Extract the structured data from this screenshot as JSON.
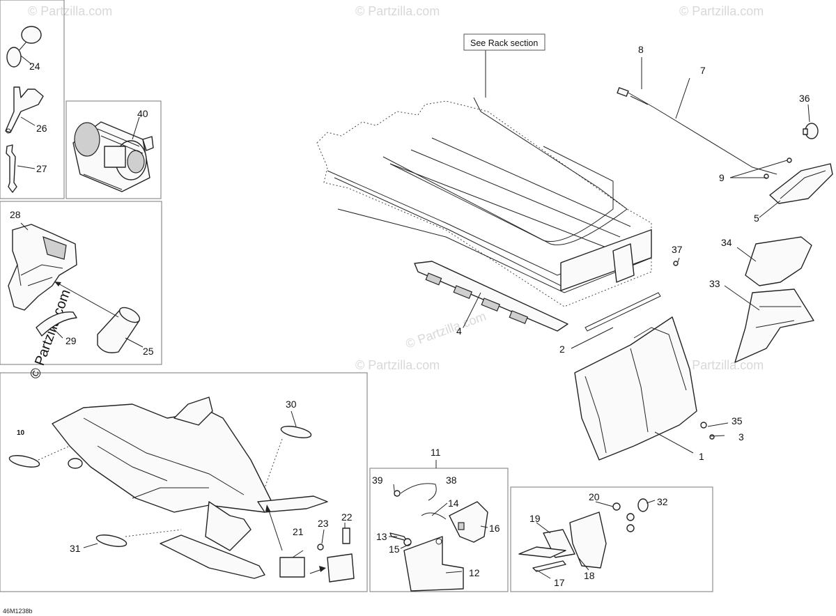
{
  "callout": {
    "rack_section": "See Rack section"
  },
  "drawing_id": "46M1238b",
  "watermarks": {
    "vertical": "© Partzilla.com",
    "small": "© Partzilla.com",
    "diagonal": "© Partzilla.com"
  },
  "labels": {
    "p1": "1",
    "p2": "2",
    "p3": "3",
    "p4": "4",
    "p5": "5",
    "p7": "7",
    "p8": "8",
    "p9": "9",
    "p10": "10",
    "p11": "11",
    "p12": "12",
    "p13": "13",
    "p14": "14",
    "p15": "15",
    "p16": "16",
    "p17": "17",
    "p18": "18",
    "p19": "19",
    "p20": "20",
    "p21": "21",
    "p22": "22",
    "p23": "23",
    "p24": "24",
    "p25": "25",
    "p26": "26",
    "p27": "27",
    "p28": "28",
    "p29": "29",
    "p30": "30",
    "p31": "31",
    "p32": "32",
    "p33": "33",
    "p34": "34",
    "p35": "35",
    "p36": "36",
    "p37": "37",
    "p38": "38",
    "p39": "39",
    "p40": "40"
  }
}
